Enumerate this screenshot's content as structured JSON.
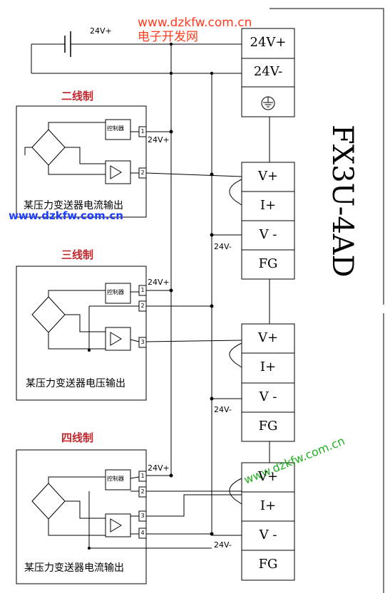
{
  "watermarks": {
    "top_url": "www.dzkfw.com.cn",
    "top_cn": "电子开发网",
    "mid_url": "www.dzkfw.com.cn",
    "bottom_url": "www.dzkfw.com.cn"
  },
  "supply": {
    "label": "24V+"
  },
  "module": {
    "name": "FX3U-4AD",
    "power_terminals": [
      "24V+",
      "24V-"
    ],
    "ground_icon": "ground-icon",
    "channel_terminals": [
      "V+",
      "I+",
      "V -",
      "FG"
    ]
  },
  "sections": [
    {
      "title": "二线制",
      "caption": "某压力变送器电流输出",
      "controller": "控制器",
      "pins": [
        "1",
        "2"
      ],
      "wire_labels": [
        "24V+",
        "24V-"
      ]
    },
    {
      "title": "三线制",
      "caption": "某压力变送器电压输出",
      "controller": "控制器",
      "pins": [
        "1",
        "2",
        "3"
      ],
      "wire_labels": [
        "24V+",
        "24V-"
      ]
    },
    {
      "title": "四线制",
      "caption": "某压力变送器电流输出",
      "controller": "控制器",
      "pins": [
        "1",
        "2",
        "3",
        "4"
      ],
      "wire_labels": [
        "24V+",
        "24V-"
      ]
    }
  ]
}
